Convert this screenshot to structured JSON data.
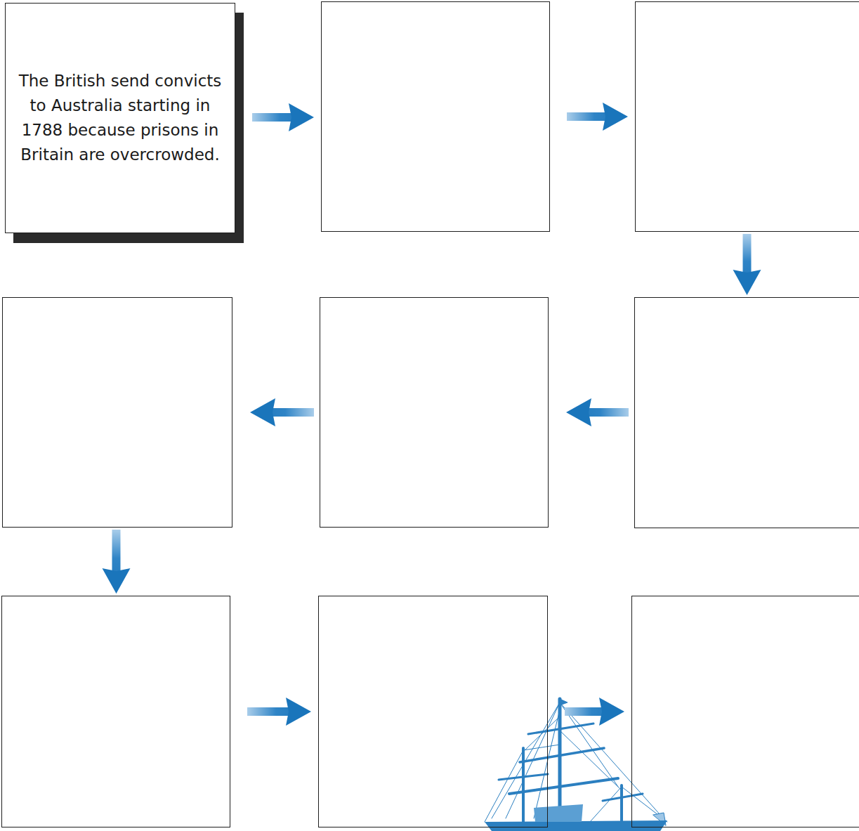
{
  "diagram": {
    "nodes": [
      {
        "text": [
          "The British send convicts to Australia starting in 1788 because prisons in Britain are overcrowded."
        ]
      },
      {
        "text": []
      },
      {
        "text": []
      },
      {
        "text": []
      },
      {
        "text": []
      },
      {
        "text": []
      },
      {
        "text": []
      },
      {
        "text": []
      },
      {
        "text": []
      }
    ],
    "edges": [
      {
        "from": 0,
        "to": 1,
        "arrow": "to"
      },
      {
        "from": 1,
        "to": 2,
        "arrow": "to"
      },
      {
        "from": 2,
        "to": 3,
        "arrow": "to"
      },
      {
        "from": 3,
        "to": 4,
        "arrow": "to"
      },
      {
        "from": 4,
        "to": 5,
        "arrow": "to"
      },
      {
        "from": 5,
        "to": 6,
        "arrow": "to"
      },
      {
        "from": 6,
        "to": 7,
        "arrow": "to"
      },
      {
        "from": 7,
        "to": 8,
        "arrow": "to"
      }
    ]
  }
}
